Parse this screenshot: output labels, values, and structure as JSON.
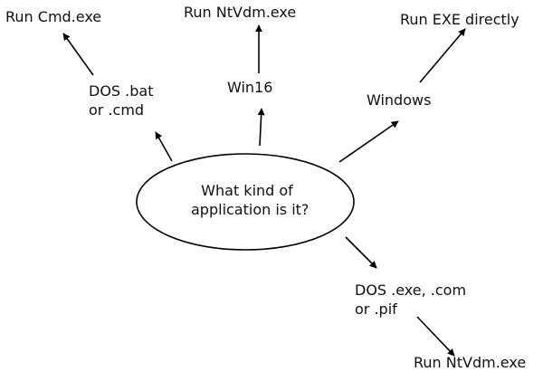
{
  "diagram": {
    "center": {
      "line1": "What kind of",
      "line2": "application is it?"
    },
    "branches": [
      {
        "id": "dos-batch",
        "label_lines": [
          "DOS .bat",
          "or .cmd"
        ],
        "action": "Run Cmd.exe"
      },
      {
        "id": "win16",
        "label_lines": [
          "Win16"
        ],
        "action": "Run NtVdm.exe"
      },
      {
        "id": "windows",
        "label_lines": [
          "Windows"
        ],
        "action": "Run EXE directly"
      },
      {
        "id": "dos-exe",
        "label_lines": [
          "DOS .exe, .com",
          "or .pif"
        ],
        "action": "Run NtVdm.exe"
      }
    ]
  }
}
